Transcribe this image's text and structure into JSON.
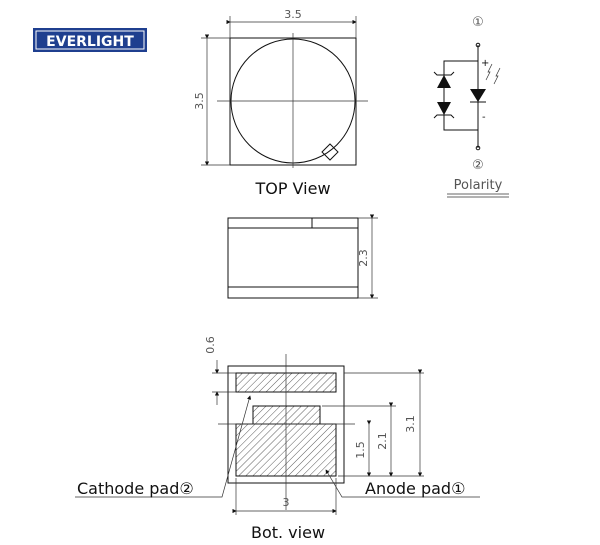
{
  "logo": {
    "text": "EVERLIGHT",
    "color": "#1f3f8f"
  },
  "top_view": {
    "label": "TOP View",
    "width_dim": "3.5",
    "height_dim": "3.5"
  },
  "side_view": {
    "height_dim": "2.3"
  },
  "bottom_view": {
    "label": "Bot. view",
    "pad_gap_dim": "0.6",
    "width_dim": "3",
    "dim_1": "1.5",
    "dim_2": "2.1",
    "dim_3": "3.1",
    "cathode_label": "Cathode pad②",
    "anode_label": "Anode pad①"
  },
  "polarity": {
    "label": "Polarity",
    "pin1": "①",
    "pin2": "②",
    "plus": "+",
    "minus": "-"
  }
}
